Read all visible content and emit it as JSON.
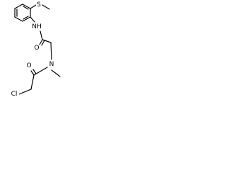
{
  "molecule": {
    "atoms": {
      "s": "S",
      "nh": "NH",
      "o1": "O",
      "n": "N",
      "o2": "O",
      "cl": "Cl"
    }
  },
  "colors": {
    "bond": "#000000",
    "text": "#000000",
    "background": "#ffffff"
  }
}
